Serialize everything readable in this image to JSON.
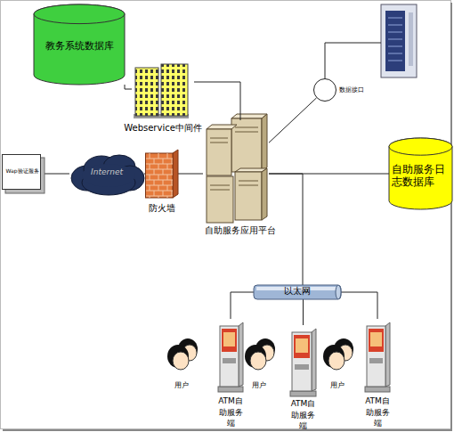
{
  "diagram": {
    "nodes": [
      {
        "text": [
          "教务系统数据库"
        ]
      },
      {
        "text": [
          "Webservice中间件"
        ]
      },
      {
        "text": [
          "数据接口"
        ]
      },
      {
        "text": [
          "Wap验证服务"
        ]
      },
      {
        "text": [
          "Internet"
        ]
      },
      {
        "text": [
          "防火墙"
        ]
      },
      {
        "text": [
          "自助服务日志数据库"
        ]
      },
      {
        "text": [
          "自助服务应用平台"
        ]
      },
      {
        "text": [
          "以太网"
        ]
      },
      {
        "text": [
          "ATM自助服务端"
        ]
      },
      {
        "text": [
          "ATM自助服务端"
        ]
      },
      {
        "text": [
          "ATM自助服务端"
        ]
      }
    ],
    "edges": [
      {
        "from": 0,
        "to": 1,
        "arrow": "none"
      },
      {
        "from": 1,
        "to": 7,
        "arrow": "none"
      },
      {
        "from": 2,
        "to": 7,
        "arrow": "none"
      },
      {
        "from": 3,
        "to": 4,
        "arrow": "none"
      },
      {
        "from": 4,
        "to": 5,
        "arrow": "none"
      },
      {
        "from": 5,
        "to": 7,
        "arrow": "none"
      },
      {
        "from": 7,
        "to": 6,
        "arrow": "none"
      },
      {
        "from": 7,
        "to": 8,
        "arrow": "none"
      },
      {
        "from": 8,
        "to": 9,
        "arrow": "none"
      },
      {
        "from": 8,
        "to": 10,
        "arrow": "none"
      },
      {
        "from": 8,
        "to": 11,
        "arrow": "none"
      }
    ],
    "labels": [
      "用户",
      "用户",
      "用户"
    ]
  }
}
